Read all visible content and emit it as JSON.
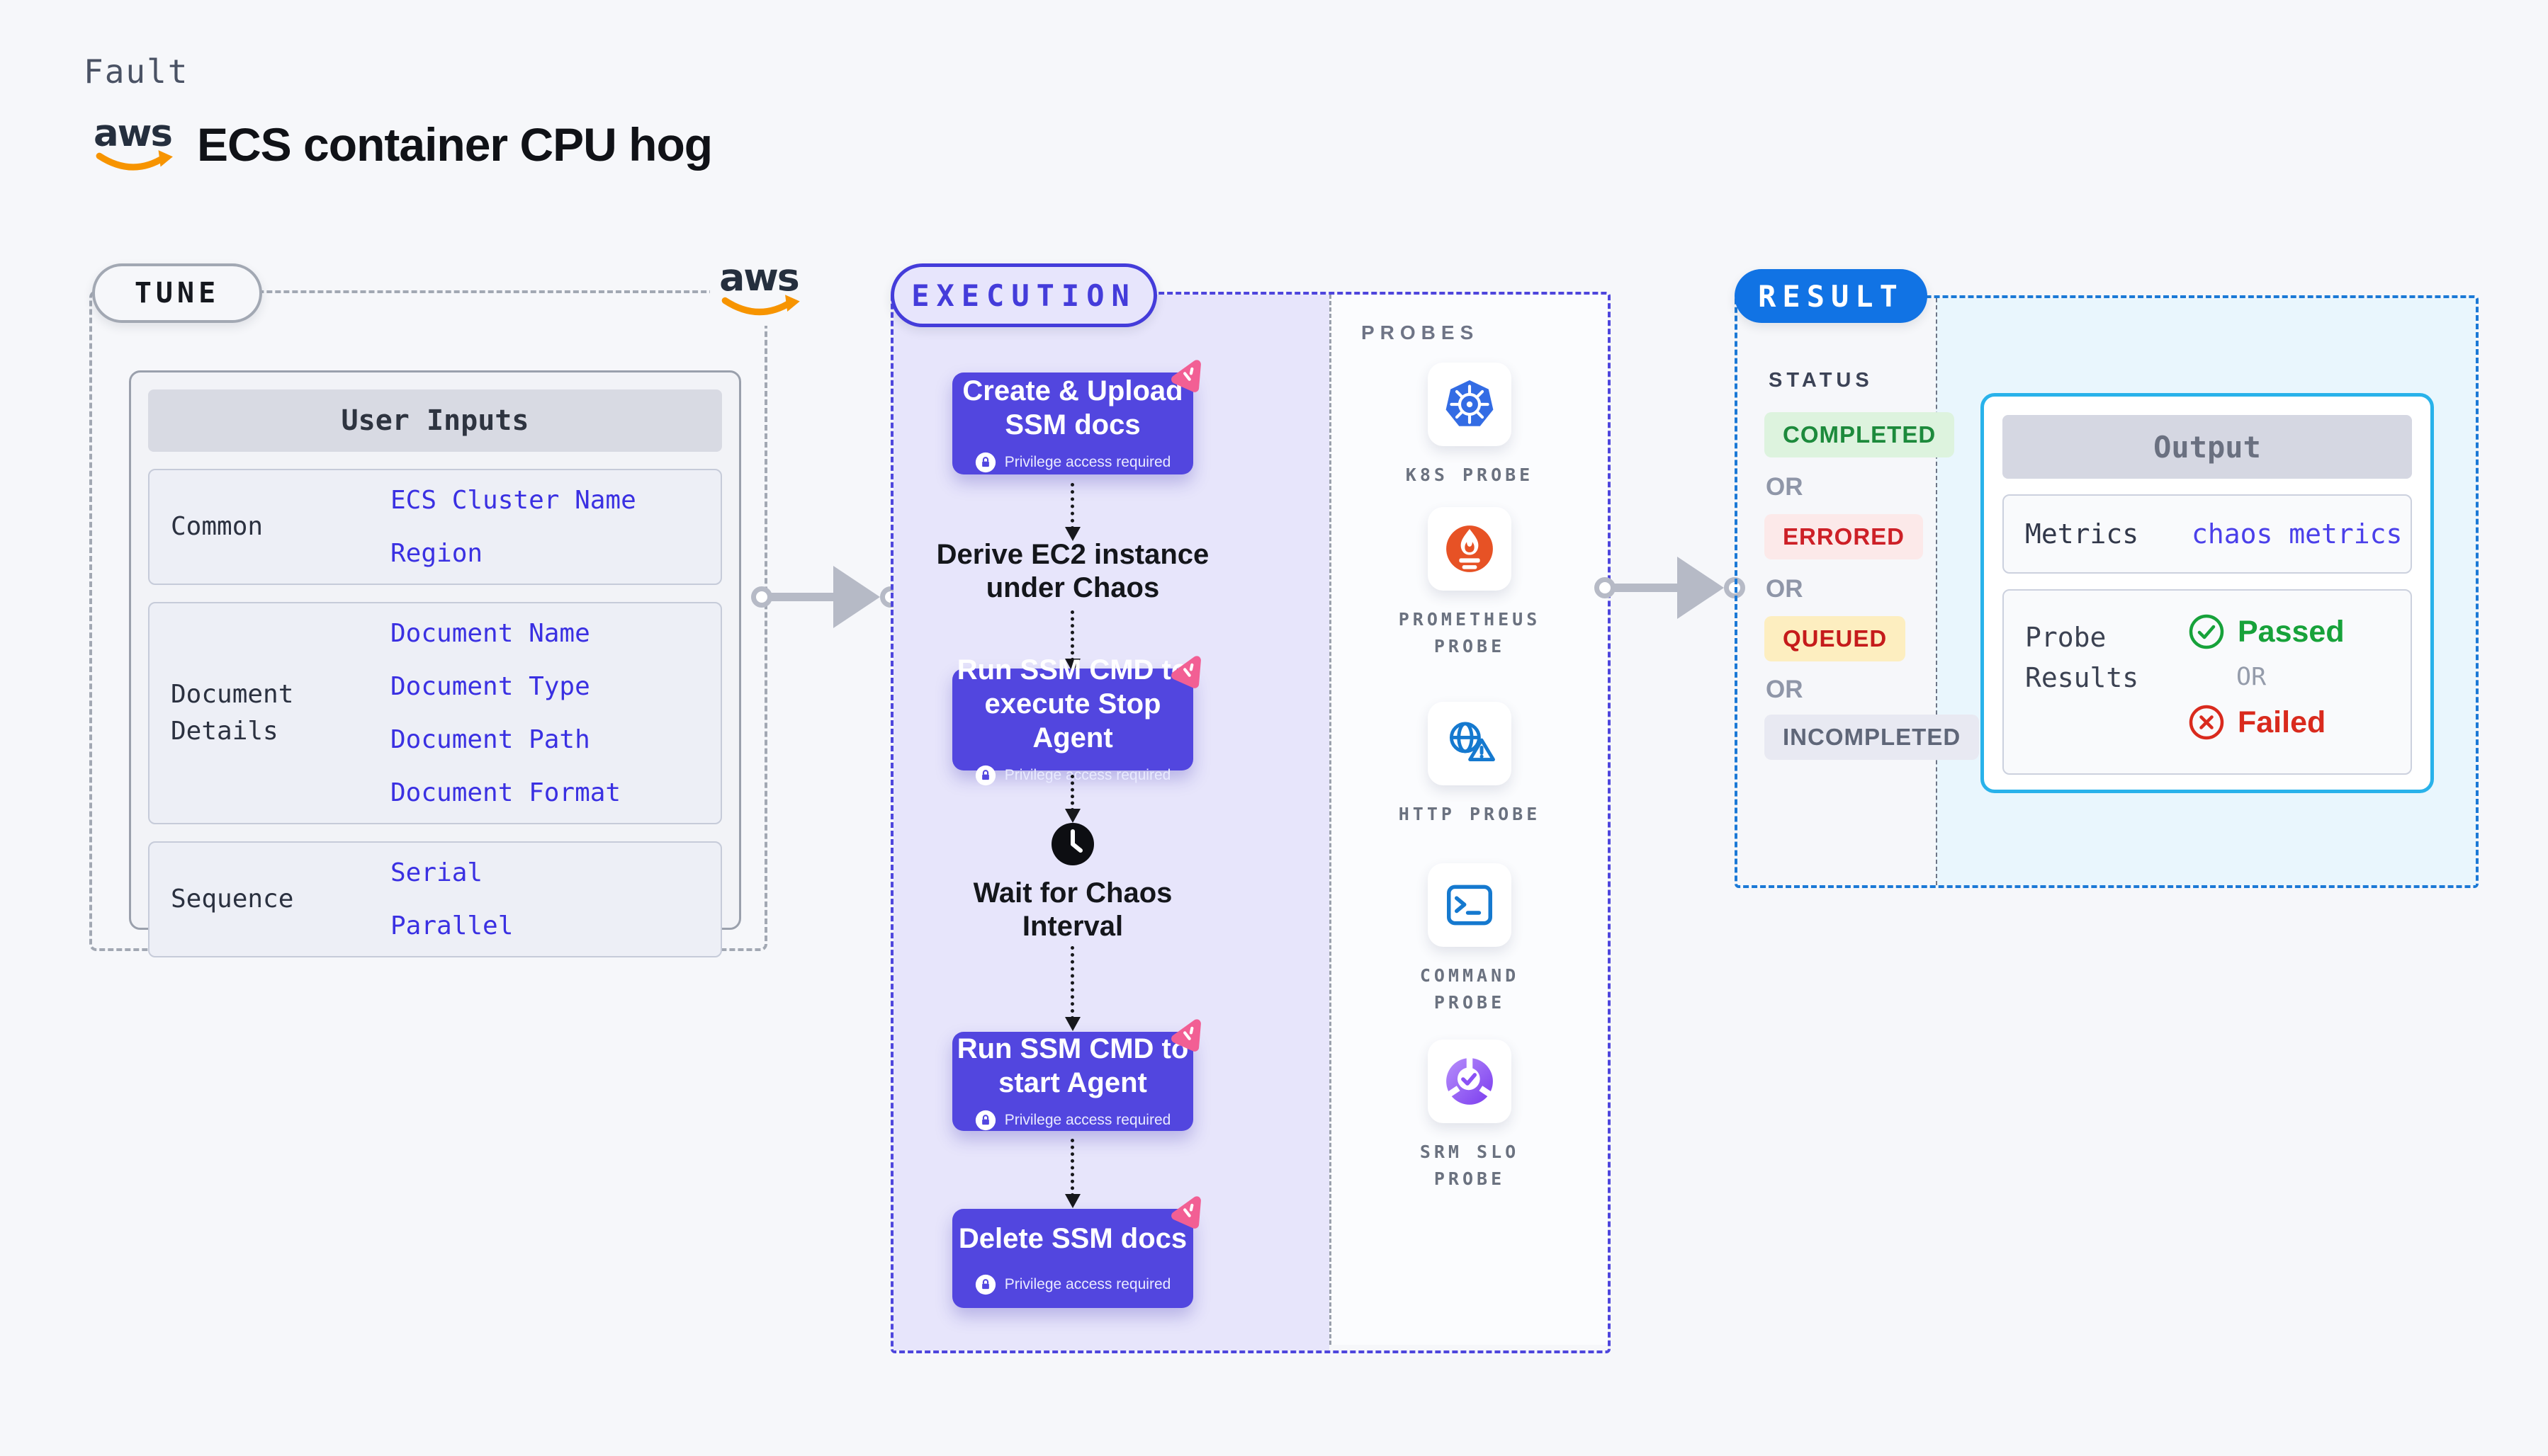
{
  "header": {
    "category": "Fault",
    "title": "ECS container CPU hog",
    "aws_logo_text": "aws"
  },
  "tune": {
    "badge": "TUNE",
    "table_header": "User Inputs",
    "rows": [
      {
        "label": "Common",
        "values": [
          "ECS Cluster Name",
          "Region"
        ]
      },
      {
        "label": "Document Details",
        "values": [
          "Document Name",
          "Document Type",
          "Document Path",
          "Document Format"
        ]
      },
      {
        "label": "Sequence",
        "values": [
          "Serial",
          "Parallel"
        ]
      }
    ]
  },
  "execution": {
    "badge": "EXECUTION",
    "privilege_note": "Privilege access required",
    "steps": [
      {
        "kind": "box",
        "title": "Create & Upload\nSSM docs",
        "privilege": true
      },
      {
        "kind": "label",
        "title": "Derive EC2 instance\nunder Chaos"
      },
      {
        "kind": "box",
        "title": "Run SSM CMD to\nexecute Stop Agent",
        "privilege": true
      },
      {
        "kind": "clock",
        "title": "Wait for Chaos\nInterval"
      },
      {
        "kind": "box",
        "title": "Run SSM CMD to\nstart Agent",
        "privilege": true
      },
      {
        "kind": "box",
        "title": "Delete SSM docs",
        "privilege": true
      }
    ]
  },
  "probes": {
    "header": "PROBES",
    "items": [
      {
        "label": "K8S PROBE",
        "icon": "kubernetes-icon"
      },
      {
        "label": "PROMETHEUS\nPROBE",
        "icon": "prometheus-icon"
      },
      {
        "label": "HTTP PROBE",
        "icon": "http-globe-warning-icon"
      },
      {
        "label": "COMMAND\nPROBE",
        "icon": "terminal-icon"
      },
      {
        "label": "SRM SLO\nPROBE",
        "icon": "slo-check-icon"
      }
    ]
  },
  "result": {
    "badge": "RESULT",
    "status_header": "STATUS",
    "or_label": "OR",
    "statuses": [
      {
        "label": "COMPLETED",
        "bg": "#ddf3de",
        "color": "#1d8a3c"
      },
      {
        "label": "ERRORED",
        "bg": "#fce9e9",
        "color": "#cd2027"
      },
      {
        "label": "QUEUED",
        "bg": "#fdeec0",
        "color": "#c51b1b"
      },
      {
        "label": "INCOMPLETED",
        "bg": "#e8e9f2",
        "color": "#5f6678"
      }
    ],
    "output": {
      "header": "Output",
      "metrics_label": "Metrics",
      "metrics_value": "chaos metrics",
      "probe_results_label": "Probe Results",
      "passed_label": "Passed",
      "or_label": "OR",
      "failed_label": "Failed"
    }
  },
  "colors": {
    "page_bg": "#f6f7fa",
    "accent_indigo": "#4e46dd",
    "step_fill": "#5246df",
    "lavender_bg": "#e7e5fb",
    "result_border_blue": "#1b79d6",
    "result_pill_blue": "#1173e4",
    "result_bg": "#e9f6fd",
    "output_border_cyan": "#29b2ea",
    "value_blue": "#3a30e2",
    "arrow_gray": "#b6bac6",
    "passed_green": "#17a23a",
    "failed_red": "#d92a1d",
    "aws_orange": "#f79400",
    "kubernetes_blue": "#336ce4",
    "prometheus_orange": "#e75225",
    "http_blue": "#1579cf",
    "srm_purple": "#7a3bee",
    "chaos_pink": "#f25f94"
  }
}
